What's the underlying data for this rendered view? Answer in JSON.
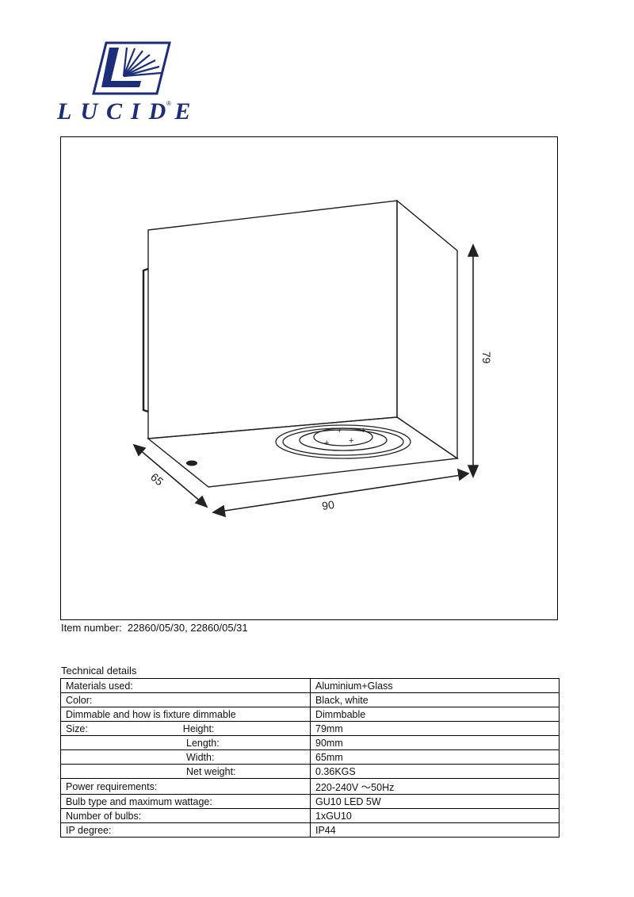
{
  "brand": {
    "name": "LUCIDE",
    "registered": "®"
  },
  "drawing": {
    "dim_height": "79",
    "dim_length": "90",
    "dim_width": "65"
  },
  "item": {
    "label": "Item number:",
    "value": "22860/05/30, 22860/05/31"
  },
  "technical": {
    "title": "Technical details",
    "rows": [
      {
        "label": "Materials used:",
        "sublabel": "",
        "value": "Aluminium+Glass"
      },
      {
        "label": "Color:",
        "sublabel": "",
        "value": "Black, white"
      },
      {
        "label": "Dimmable and how is fixture dimmable",
        "sublabel": "",
        "value": "Dimmbable"
      },
      {
        "label": "Size:",
        "sublabel": "Height:",
        "value": "79mm"
      },
      {
        "label": "",
        "sublabel": "Length:",
        "value": "90mm"
      },
      {
        "label": "",
        "sublabel": "Width:",
        "value": "65mm"
      },
      {
        "label": "",
        "sublabel": "Net weight:",
        "value": "0.36KGS"
      },
      {
        "label": "Power requirements:",
        "sublabel": "",
        "value": "220-240V ～50Hz"
      },
      {
        "label": "Bulb type and maximum wattage:",
        "sublabel": "",
        "value": "GU10 LED 5W"
      },
      {
        "label": "Number of bulbs:",
        "sublabel": "",
        "value": "1xGU10"
      },
      {
        "label": "IP degree:",
        "sublabel": "",
        "value": "IP44"
      }
    ]
  },
  "colors": {
    "brand": "#1c2d7a"
  }
}
